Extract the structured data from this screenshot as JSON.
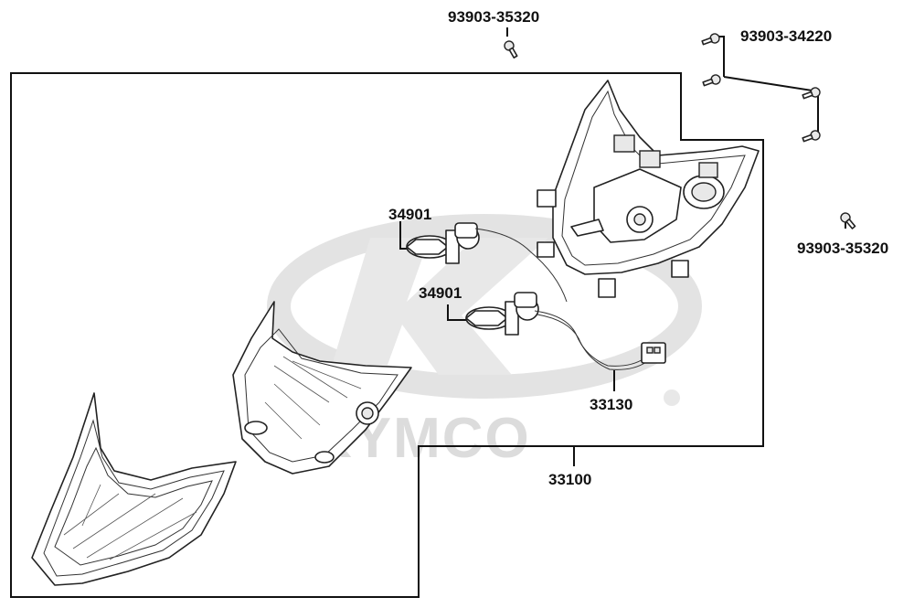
{
  "brand_watermark": "KYMCO",
  "labels": {
    "screw_top": "93903-35320",
    "screw_right_top": "93903-34220",
    "screw_right": "93903-35320",
    "bulb_upper": "34901",
    "bulb_lower": "34901",
    "harness": "33130",
    "assembly": "33100"
  },
  "icons": {
    "screw": "screw-icon",
    "bulb": "bulb-icon",
    "connector": "connector-icon"
  },
  "colors": {
    "line": "#111111",
    "watermark": "#d9d9d9"
  }
}
